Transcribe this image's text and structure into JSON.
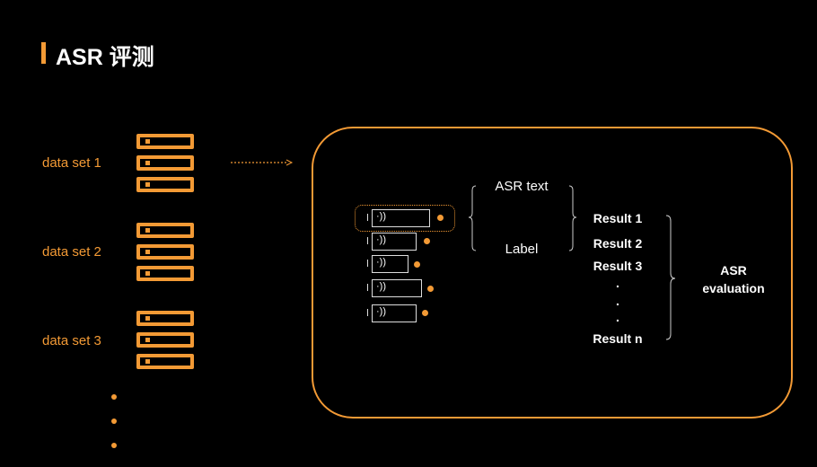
{
  "title": "ASR 评测",
  "datasets": [
    "data set 1",
    "data set 2",
    "data set 3"
  ],
  "audio_icon": "·))",
  "brace_texts": {
    "asr_text": "ASR text",
    "label": "Label"
  },
  "results": [
    "Result 1",
    "Result 2",
    "Result 3",
    ".",
    ".",
    ".",
    "Result n"
  ],
  "evaluation": [
    "ASR",
    "evaluation"
  ],
  "colors": {
    "accent": "#f39a35",
    "background": "#000000"
  }
}
